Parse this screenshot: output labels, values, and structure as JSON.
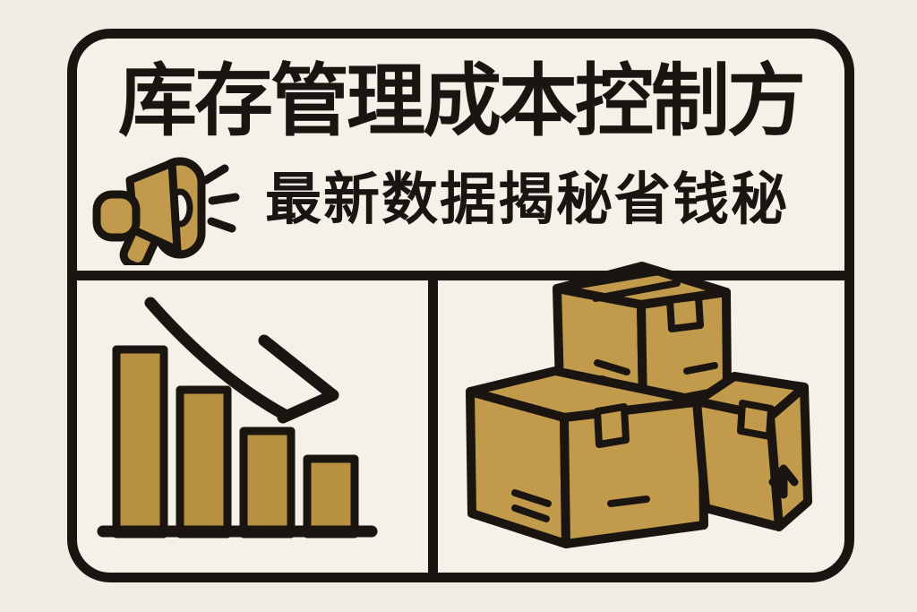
{
  "poster": {
    "background_color": "#F2EDE4",
    "panel_color": "#F5F1E8",
    "ink_color": "#1A1511",
    "accent_gold": "#C29A4C",
    "bar_gold": "#B7913F",
    "header": {
      "title": "库存管理成本控制方",
      "subtitle": "最新数据揭秘省钱秘",
      "icon": "megaphone-icon"
    },
    "left_panel": {
      "illustration": "declining-bar-chart-with-trend-arrow",
      "chart": {
        "type": "bar",
        "values": [
          100,
          78,
          56,
          41
        ],
        "trend": "decreasing",
        "bar_count": 4
      }
    },
    "right_panel": {
      "illustration": "three-stacked-cardboard-boxes",
      "box_marks": [
        "tape-strip",
        "label-lines",
        "up-arrow"
      ]
    }
  }
}
